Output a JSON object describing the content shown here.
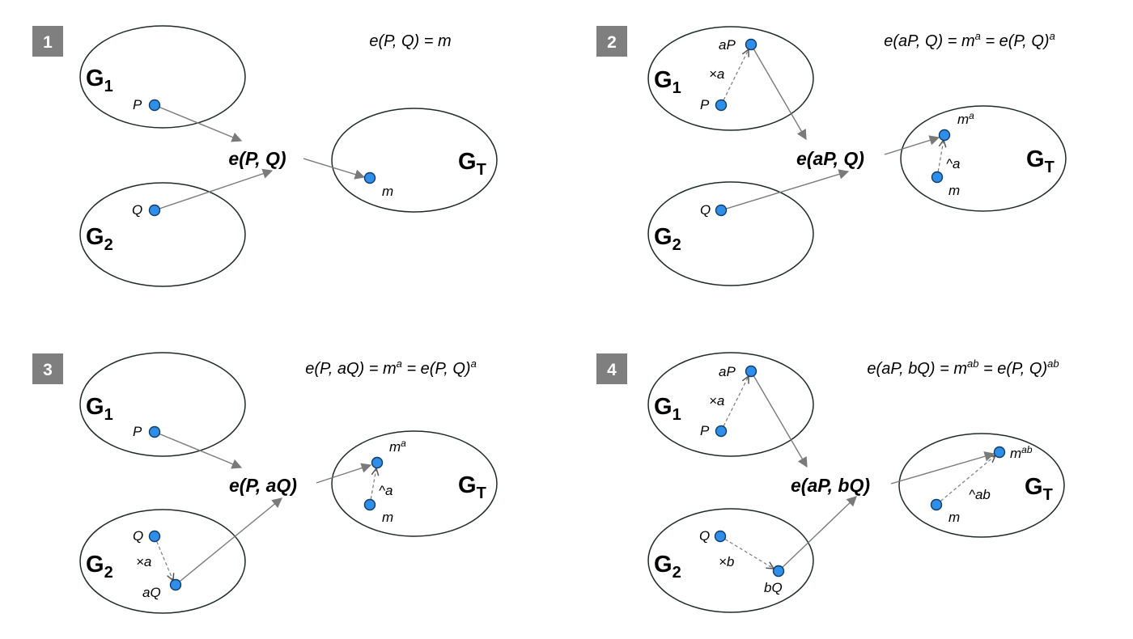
{
  "colors": {
    "point_fill": "#2f8ee8",
    "point_stroke": "#0f3c66",
    "arrow": "#7a7a7a",
    "badge": "#7f7f7f"
  },
  "group_labels": {
    "g1_main": "G",
    "g1_sub": "1",
    "g2_main": "G",
    "g2_sub": "2",
    "gt_main": "G",
    "gt_sub": "T"
  },
  "panels": [
    {
      "number": "1",
      "equation": {
        "lhs": "e(P, Q) = m"
      },
      "mid": "e(P, Q)",
      "labels": {
        "p": "P",
        "q": "Q",
        "m": "m"
      }
    },
    {
      "number": "2",
      "equation": {
        "lhs": "e(aP, Q) = m",
        "sup1": "a",
        "rhs": " = e(P, Q)",
        "sup2": "a"
      },
      "mid": "e(aP, Q)",
      "labels": {
        "p": "P",
        "ap": "aP",
        "times": "×a",
        "q": "Q",
        "m": "m",
        "ma": "m",
        "ma_sup": "a",
        "pow": "^a"
      }
    },
    {
      "number": "3",
      "equation": {
        "lhs": "e(P, aQ) = m",
        "sup1": "a",
        "rhs": " = e(P, Q)",
        "sup2": "a"
      },
      "mid": "e(P, aQ)",
      "labels": {
        "p": "P",
        "q": "Q",
        "aq": "aQ",
        "times": "×a",
        "m": "m",
        "ma": "m",
        "ma_sup": "a",
        "pow": "^a"
      }
    },
    {
      "number": "4",
      "equation": {
        "lhs": "e(aP, bQ) = m",
        "sup1": "ab",
        "rhs": " = e(P, Q)",
        "sup2": "ab"
      },
      "mid": "e(aP, bQ)",
      "labels": {
        "p": "P",
        "ap": "aP",
        "times_a": "×a",
        "q": "Q",
        "bq": "bQ",
        "times_b": "×b",
        "m": "m",
        "mab": "m",
        "mab_sup": "ab",
        "pow": "^ab"
      }
    }
  ]
}
